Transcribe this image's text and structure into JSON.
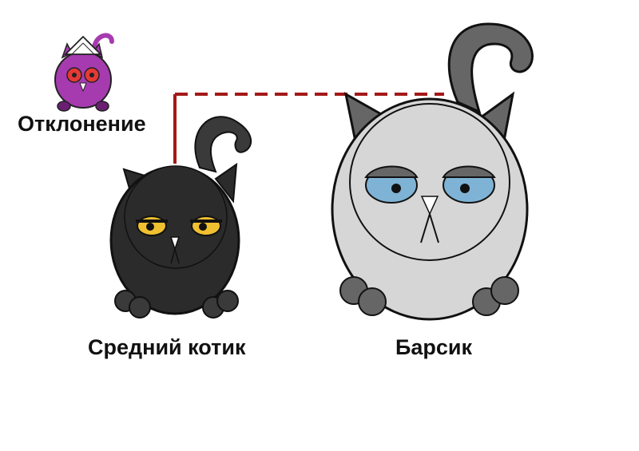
{
  "labels": {
    "deviation": "Отклонение",
    "average_cat": "Средний котик",
    "barsik": "Барсик"
  },
  "colors": {
    "average_cat_body": "#2b2b2b",
    "average_cat_eyes": "#f0c030",
    "barsik_body": "#d6d6d6",
    "barsik_ears_tail_paws": "#666666",
    "barsik_eyes": "#7fb3d5",
    "mascot_body": "#a63bb0",
    "mascot_eyes": "#e53935",
    "deviation_line": "#a31919"
  },
  "icons": {
    "mascot": "purple-cat-with-paper-hat-icon"
  }
}
